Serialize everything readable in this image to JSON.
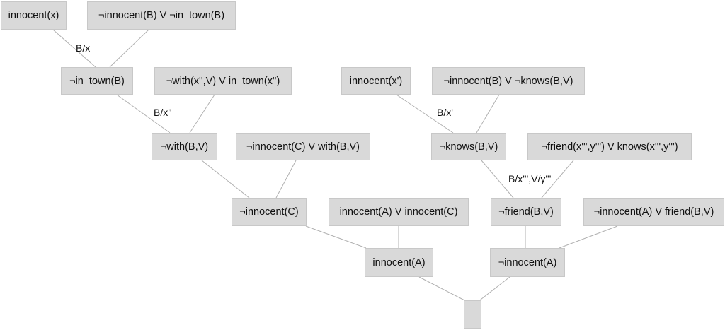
{
  "nodes": {
    "n1": "innocent(x)",
    "n2": "¬innocent(B) V ¬in_town(B)",
    "n3": "¬in_town(B)",
    "n4": "¬with(x'',V) V in_town(x'')",
    "n5": "¬with(B,V)",
    "n6": "¬innocent(C) V with(B,V)",
    "n7": "¬innocent(C)",
    "n8": "innocent(A) V innocent(C)",
    "n9": "innocent(A)",
    "n10": "innocent(x')",
    "n11": "¬innocent(B) V ¬knows(B,V)",
    "n12": "¬knows(B,V)",
    "n13": "¬friend(x''',y''') V knows(x''',y''')",
    "n14": "¬friend(B,V)",
    "n15": "¬innocent(A) V friend(B,V)",
    "n16": "¬innocent(A)",
    "n17": ""
  },
  "substitutions": {
    "s1": "B/x",
    "s2": "B/x''",
    "s3": "B/x'",
    "s4": "B/x''',V/y'''"
  }
}
